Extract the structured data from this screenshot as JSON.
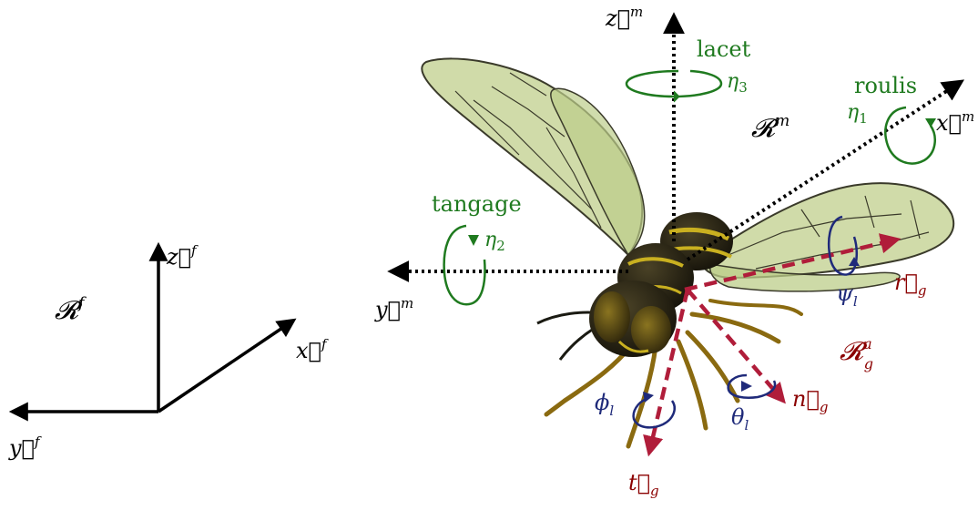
{
  "colors": {
    "black": "#000000",
    "green": "#1f7a1f",
    "blue": "#1f2a7a",
    "red": "#8b0000",
    "dashed_red": "#b01d3a",
    "wing_fill": "#c8d59a",
    "wing_edge": "#3a3a2a",
    "body_dark": "#1a1a12",
    "body_yellow": "#c9b020"
  },
  "fixed_frame": {
    "frame_name": "𝓡",
    "frame_sup": "f",
    "x_axis": "x⃗",
    "x_sup": "f",
    "y_axis": "y⃗",
    "y_sup": "f",
    "z_axis": "z⃗",
    "z_sup": "f"
  },
  "mobile_frame": {
    "frame_name": "𝓡",
    "frame_sup": "m",
    "x_axis": "x⃗",
    "x_sup": "m",
    "y_axis": "y⃗",
    "y_sup": "m",
    "z_axis": "z⃗",
    "z_sup": "m"
  },
  "rotations": {
    "yaw_label": "lacet",
    "yaw_symbol": "η",
    "yaw_sub": "3",
    "roll_label": "roulis",
    "roll_symbol": "η",
    "roll_sub": "1",
    "pitch_label": "tangage",
    "pitch_symbol": "η",
    "pitch_sub": "2"
  },
  "wing_frame": {
    "frame_name": "𝓡",
    "frame_sup": "a",
    "frame_sub": "g",
    "r_vec": "r⃗",
    "r_sub": "g",
    "n_vec": "n⃗",
    "n_sub": "g",
    "t_vec": "t⃗",
    "t_sub": "g",
    "psi": "ψ",
    "psi_sub": "l",
    "phi": "ϕ",
    "phi_sub": "l",
    "theta": "θ",
    "theta_sub": "l"
  }
}
